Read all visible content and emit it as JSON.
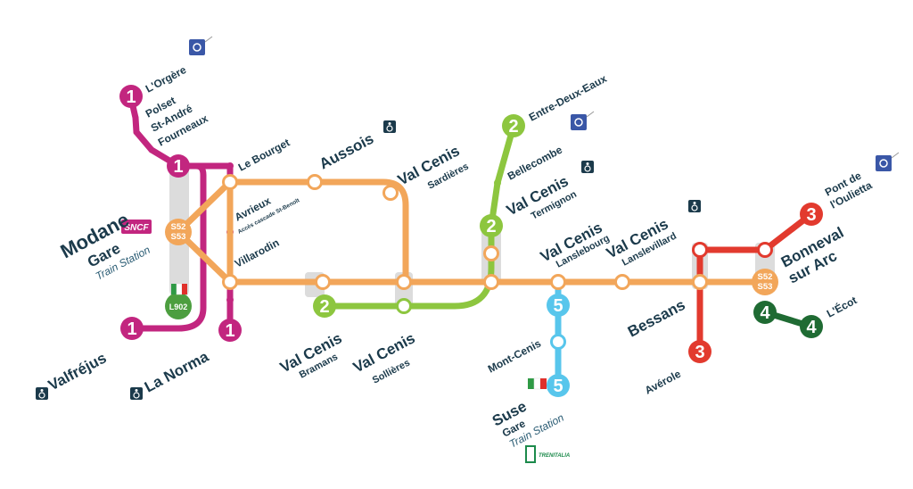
{
  "colors": {
    "line1": "#c2267f",
    "line2": "#8dc63f",
    "line3": "#e23a2e",
    "line4": "#1f6b33",
    "line5": "#58c6ec",
    "orange": "#f2a65a",
    "text": "#1b3a4b",
    "grey": "#dcdcdc"
  },
  "icons": {
    "accessibility": "wheelchair-icon",
    "ski": "ski-lift-icon",
    "flag": "italy-flag-icon"
  },
  "lines": {
    "l1": "1",
    "l2": "2",
    "l3": "3",
    "l4": "4",
    "l5": "5",
    "s52": "S52",
    "s53": "S53",
    "l902": "L902"
  },
  "stations": {
    "lorgere": "L'Orgère",
    "poiset": "Polset",
    "st_andre": "St-André",
    "fourneaux": "Fourneaux",
    "modane": "Modane",
    "gare": "Gare",
    "train_station": "Train Station",
    "sncf": "SNCF",
    "valfrejus": "Valfréjus",
    "la_norma": "La Norma",
    "le_bourget": "Le Bourget",
    "avrieux": "Avrieux",
    "avrieux_sub": "Accès cascade St-Benoît",
    "villarodin": "Villarodin",
    "aussois": "Aussois",
    "val_cenis": "Val Cenis",
    "sardieres": "Sardières",
    "bramans": "Bramans",
    "sollieres": "Sollières",
    "entre_deux_eaux": "Entre-Deux-Eaux",
    "bellecombe": "Bellecombe",
    "termignon": "Termignon",
    "lanslebourg": "Lanslebourg",
    "lanslevillard": "Lanslevillard",
    "mont_cenis": "Mont-Cenis",
    "suse": "Suse",
    "suse_gare": "Gare",
    "suse_train_station": "Train Station",
    "trenitalia": "TRENITALIA",
    "bessans": "Bessans",
    "averole": "Avérole",
    "pont_de": "Pont de",
    "loulietta": "l'Oulietta",
    "bonneval": "Bonneval",
    "sur_arc": "sur Arc",
    "lecot": "L'Écot"
  }
}
